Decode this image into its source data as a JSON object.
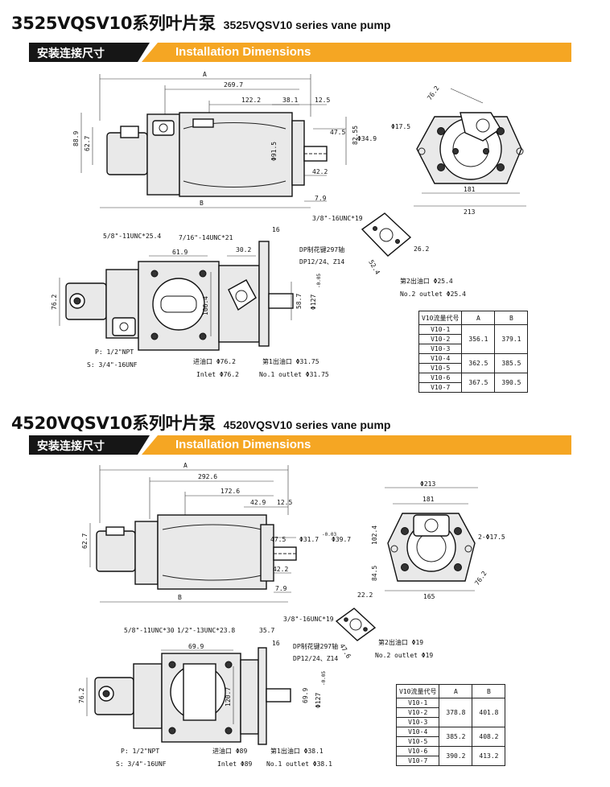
{
  "sections": [
    {
      "title_cn": "3525VQSV10系列叶片泵",
      "title_en": "3525VQSV10 series vane pump",
      "band_cn": "安装连接尺寸",
      "band_en": "Installation Dimensions",
      "side": {
        "A": "A",
        "d269": "269.7",
        "d122": "122.2",
        "d38": "38.1",
        "d125": "12.5",
        "d889": "88.9",
        "d627": "62.7",
        "d475": "47.5",
        "d8255": "82.55",
        "phi349": "Φ34.9",
        "phi915": "Φ91.5",
        "d422": "42.2",
        "B": "B",
        "d79": "7.9"
      },
      "end": {
        "d762": "76.2",
        "phi175": "Φ17.5",
        "d181": "181",
        "d213": "213"
      },
      "flange": {
        "unc": "3/8\"-16UNC*19",
        "d524": "52.4",
        "d262": "26.2",
        "cn": "第2出油口 Φ25.4",
        "en": "No.2 outlet Φ25.4"
      },
      "plan": {
        "unc58": "5/8\"-11UNC*25.4",
        "unc716": "7/16\"-14UNC*21",
        "d16": "16",
        "d619": "61.9",
        "d302": "30.2",
        "spline1": "DP制花键297轴",
        "spline2": "DP12/24、Z14",
        "d762": "76.2",
        "d1064": "106.4",
        "d587": "58.7",
        "phi127": "Φ127",
        "tol": "-0.05",
        "p": "P: 1/2\"NPT",
        "s": "S: 3/4\"-16UNF",
        "inlet_cn": "进油口 Φ76.2",
        "inlet_en": "Inlet Φ76.2",
        "out_cn": "第1出油口 Φ31.75",
        "out_en": "No.1 outlet Φ31.75"
      },
      "table": {
        "h1": "V10流量代号",
        "h2": "A",
        "h3": "B",
        "rows": [
          {
            "codes": [
              "V10-1",
              "V10-2",
              "V10-3"
            ],
            "A": "356.1",
            "B": "379.1"
          },
          {
            "codes": [
              "V10-4",
              "V10-5"
            ],
            "A": "362.5",
            "B": "385.5"
          },
          {
            "codes": [
              "V10-6",
              "V10-7"
            ],
            "A": "367.5",
            "B": "390.5"
          }
        ]
      }
    },
    {
      "title_cn": "4520VQSV10系列叶片泵",
      "title_en": "4520VQSV10 series vane pump",
      "band_cn": "安装连接尺寸",
      "band_en": "Installation Dimensions",
      "side": {
        "A": "A",
        "d292": "292.6",
        "d172": "172.6",
        "d429": "42.9",
        "d125": "12.5",
        "d627": "62.7",
        "d475": "47.5",
        "phi317": "Φ31.7",
        "tol317": "-0.03",
        "phi397": "Φ39.7",
        "d422": "42.2",
        "B": "B",
        "d79": "7.9"
      },
      "end": {
        "phi213": "Φ213",
        "d181": "181",
        "d1024": "102.4",
        "d845": "84.5",
        "d762": "76.2",
        "phi175": "2-Φ17.5",
        "d165": "165"
      },
      "flange": {
        "d222": "22.2",
        "unc": "3/8\"-16UNC*19",
        "d476": "47.6",
        "cn": "第2出油口 Φ19",
        "en": "No.2 outlet Φ19"
      },
      "plan": {
        "unc58": "5/8\"-11UNC*30",
        "unc12": "1/2\"-13UNC*23.8",
        "d357": "35.7",
        "d16": "16",
        "d699": "69.9",
        "spline1": "DP制花键297轴",
        "spline2": "DP12/24、Z14",
        "d762": "76.2",
        "d1207": "120.7",
        "d699b": "69.9",
        "phi127": "Φ127",
        "tol": "-0.05",
        "p": "P: 1/2\"NPT",
        "s": "S: 3/4\"-16UNF",
        "inlet_cn": "进油口 Φ89",
        "inlet_en": "Inlet Φ89",
        "out_cn": "第1出油口 Φ38.1",
        "out_en": "No.1 outlet Φ38.1"
      },
      "table": {
        "h1": "V10流量代号",
        "h2": "A",
        "h3": "B",
        "rows": [
          {
            "codes": [
              "V10-1",
              "V10-2",
              "V10-3"
            ],
            "A": "378.8",
            "B": "401.8"
          },
          {
            "codes": [
              "V10-4",
              "V10-5"
            ],
            "A": "385.2",
            "B": "408.2"
          },
          {
            "codes": [
              "V10-6",
              "V10-7"
            ],
            "A": "390.2",
            "B": "413.2"
          }
        ]
      }
    }
  ]
}
